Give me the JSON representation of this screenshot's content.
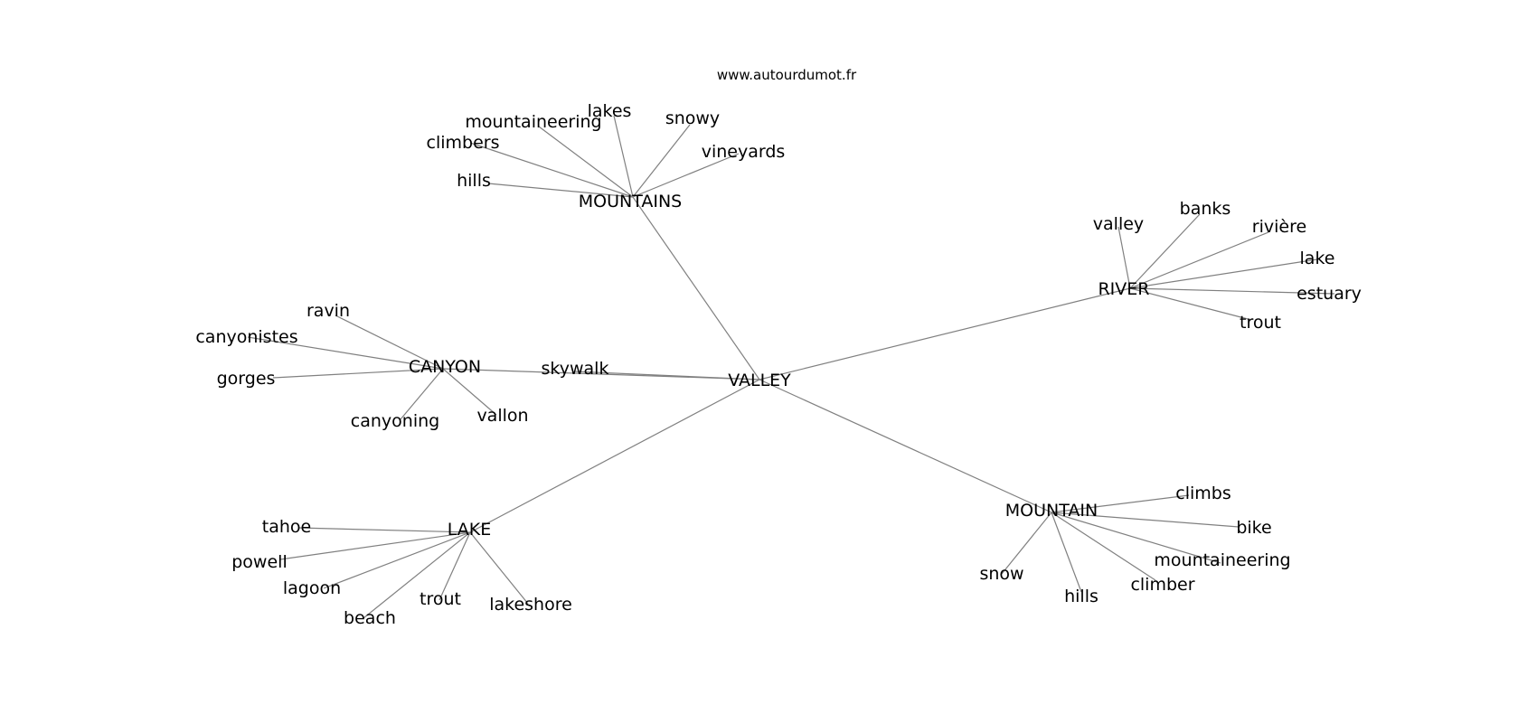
{
  "watermark": "www.autourdumot.fr",
  "colors": {
    "edge": "#808080",
    "text": "#000000",
    "background": "#ffffff"
  },
  "graph": {
    "center": "VALLEY",
    "hubs": [
      {
        "label": "MOUNTAINS",
        "leaves": [
          "hills",
          "climbers",
          "mountaineering",
          "lakes",
          "snowy",
          "vineyards"
        ]
      },
      {
        "label": "RIVER",
        "leaves": [
          "valley",
          "banks",
          "rivière",
          "lake",
          "estuary",
          "trout"
        ]
      },
      {
        "label": "CANYON",
        "leaves": [
          "ravin",
          "canyonistes",
          "gorges",
          "canyoning",
          "vallon"
        ]
      },
      {
        "label": "LAKE",
        "leaves": [
          "tahoe",
          "powell",
          "lagoon",
          "beach",
          "trout",
          "lakeshore"
        ]
      },
      {
        "label": "MOUNTAIN",
        "leaves": [
          "climbs",
          "bike",
          "mountaineering",
          "climber",
          "hills",
          "snow"
        ]
      }
    ],
    "direct_leaves": [
      "skywalk"
    ]
  }
}
